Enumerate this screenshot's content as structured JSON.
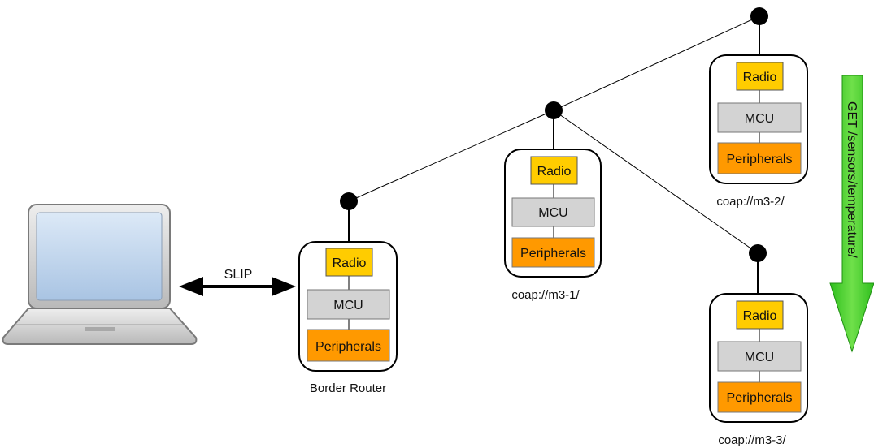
{
  "link": {
    "label": "SLIP"
  },
  "nodes": [
    {
      "caption": "Border Router",
      "radio": "Radio",
      "mcu": "MCU",
      "peripherals": "Peripherals"
    },
    {
      "caption": "coap://m3-1/",
      "radio": "Radio",
      "mcu": "MCU",
      "peripherals": "Peripherals"
    },
    {
      "caption": "coap://m3-2/",
      "radio": "Radio",
      "mcu": "MCU",
      "peripherals": "Peripherals"
    },
    {
      "caption": "coap://m3-3/",
      "radio": "Radio",
      "mcu": "MCU",
      "peripherals": "Peripherals"
    }
  ],
  "request": {
    "label": "GET /sensors/temperature/"
  },
  "colors": {
    "radio": "#ffcc00",
    "mcu": "#d3d3d3",
    "peripherals": "#ff9900",
    "arrow": "#33cc33"
  }
}
